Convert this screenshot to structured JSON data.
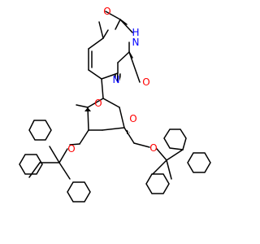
{
  "molecule": {
    "atoms": {
      "o_c4": {
        "symbol": "O",
        "color": "#ff0000"
      },
      "h_n3": {
        "symbol": "H",
        "color": "#0000ff"
      },
      "n3": {
        "symbol": "N",
        "color": "#0000ff"
      },
      "o_c2": {
        "symbol": "O",
        "color": "#ff0000"
      },
      "n1": {
        "symbol": "N",
        "color": "#0000ff"
      },
      "o_keto": {
        "symbol": "O",
        "color": "#ff0000"
      },
      "o_ring": {
        "symbol": "O",
        "color": "#ff0000"
      },
      "o_ether3": {
        "symbol": "O",
        "color": "#ff0000"
      },
      "o_ether5": {
        "symbol": "O",
        "color": "#ff0000"
      }
    },
    "bond_color": "#000000"
  }
}
